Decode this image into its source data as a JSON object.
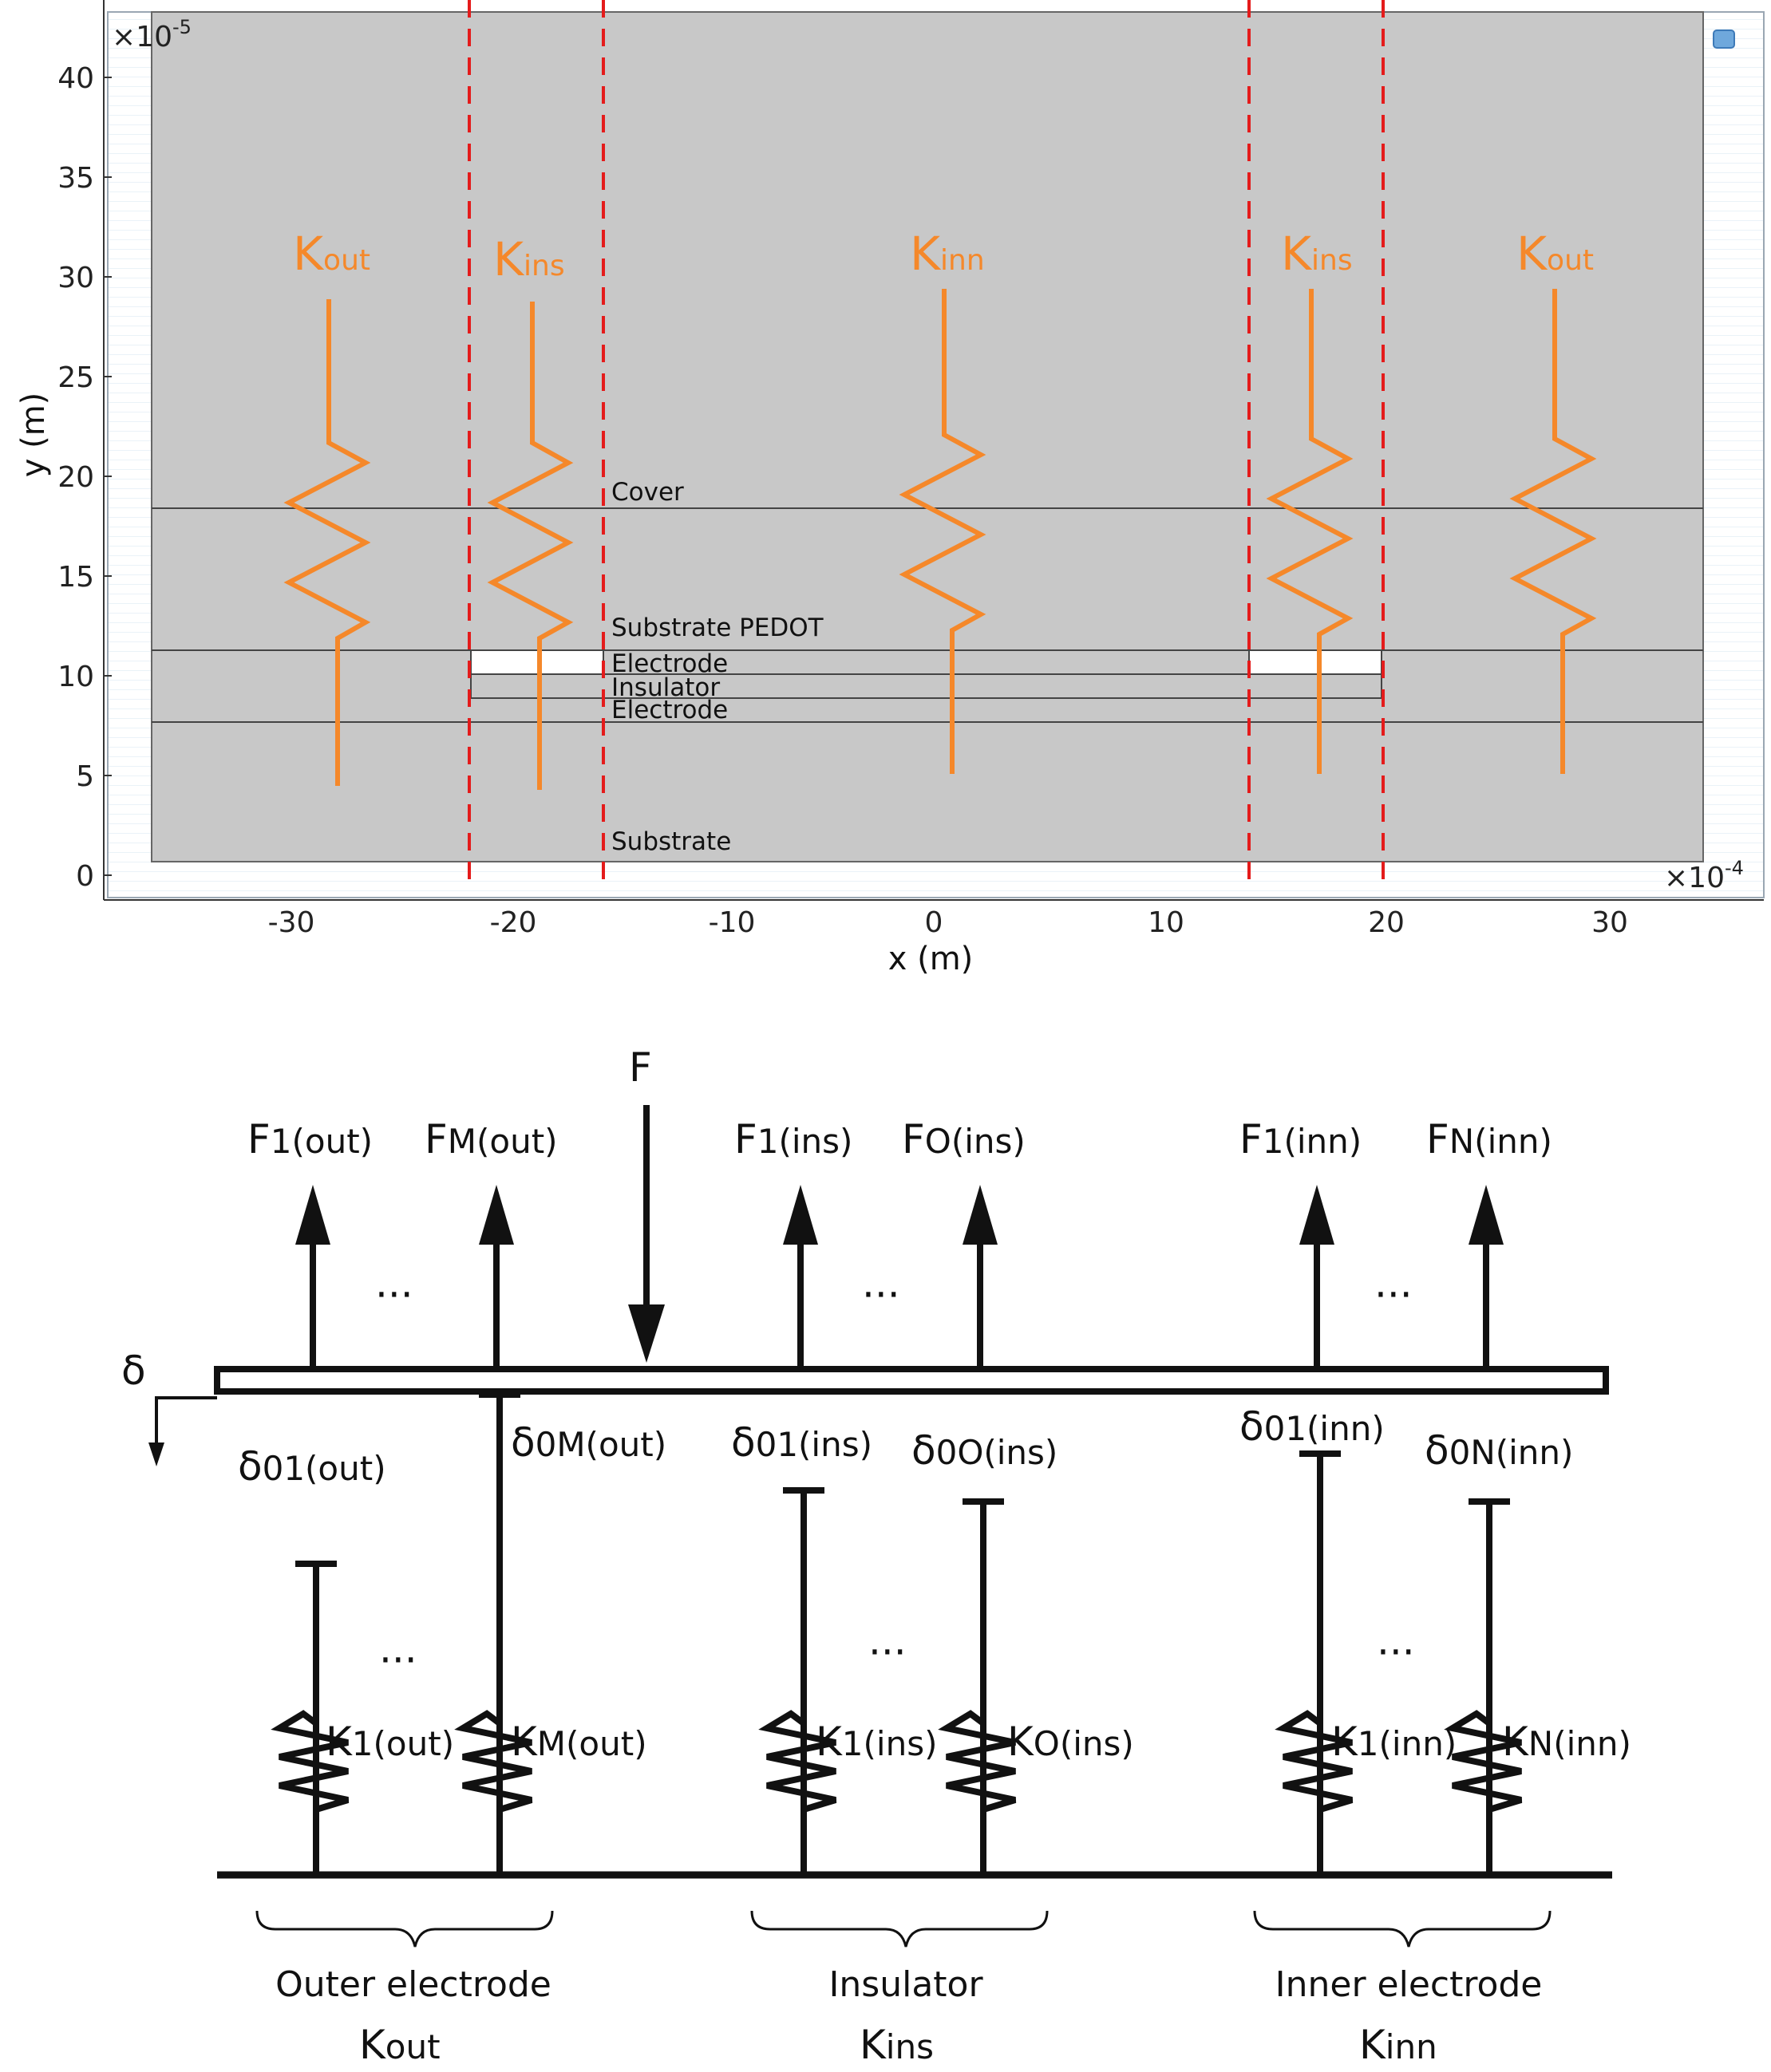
{
  "plot": {
    "x_ticks": [
      "-30",
      "-20",
      "-10",
      "0",
      "10",
      "20",
      "30"
    ],
    "y_ticks": [
      "0",
      "5",
      "10",
      "15",
      "20",
      "25",
      "30",
      "35",
      "40"
    ],
    "x_label": "x (m)",
    "y_label": "y (m)",
    "x_exponent_base": "×10",
    "x_exponent": "-4",
    "y_exponent_base": "×10",
    "y_exponent": "-5",
    "layers": [
      "Cover",
      "Substrate PEDOT",
      "Electrode",
      "Insulator",
      "Electrode",
      "Substrate"
    ],
    "springs": [
      {
        "main": "K",
        "sub": "out"
      },
      {
        "main": "K",
        "sub": "ins"
      },
      {
        "main": "K",
        "sub": "inn"
      },
      {
        "main": "K",
        "sub": "ins"
      },
      {
        "main": "K",
        "sub": "out"
      }
    ],
    "colors": {
      "spring": "#f5882a",
      "divider": "#e41b1b",
      "domain": "#c8c8c8"
    }
  },
  "model": {
    "force_main": "F",
    "delta": "δ",
    "ellipsis": "···",
    "forces": [
      {
        "main": "F",
        "sub": "1(out)"
      },
      {
        "main": "F",
        "sub": "M(out)"
      },
      {
        "main": "F",
        "sub": "1(ins)"
      },
      {
        "main": "F",
        "sub": "O(ins)"
      },
      {
        "main": "F",
        "sub": "1(inn)"
      },
      {
        "main": "F",
        "sub": "N(inn)"
      }
    ],
    "gaps": [
      {
        "main": "δ",
        "sub": "01(out)"
      },
      {
        "main": "δ",
        "sub": "0M(out)"
      },
      {
        "main": "δ",
        "sub": "01(ins)"
      },
      {
        "main": "δ",
        "sub": "0O(ins)"
      },
      {
        "main": "δ",
        "sub": "01(inn)"
      },
      {
        "main": "δ",
        "sub": "0N(inn)"
      }
    ],
    "stiffness": [
      {
        "main": "K",
        "sub": "1(out)"
      },
      {
        "main": "K",
        "sub": "M(out)"
      },
      {
        "main": "K",
        "sub": "1(ins)"
      },
      {
        "main": "K",
        "sub": "O(ins)"
      },
      {
        "main": "K",
        "sub": "1(inn)"
      },
      {
        "main": "K",
        "sub": "N(inn)"
      }
    ],
    "groups": [
      {
        "name": "Outer electrode",
        "main": "K",
        "sub": "out"
      },
      {
        "name": "Insulator",
        "main": "K",
        "sub": "ins"
      },
      {
        "name": "Inner electrode",
        "main": "K",
        "sub": "inn"
      }
    ]
  }
}
